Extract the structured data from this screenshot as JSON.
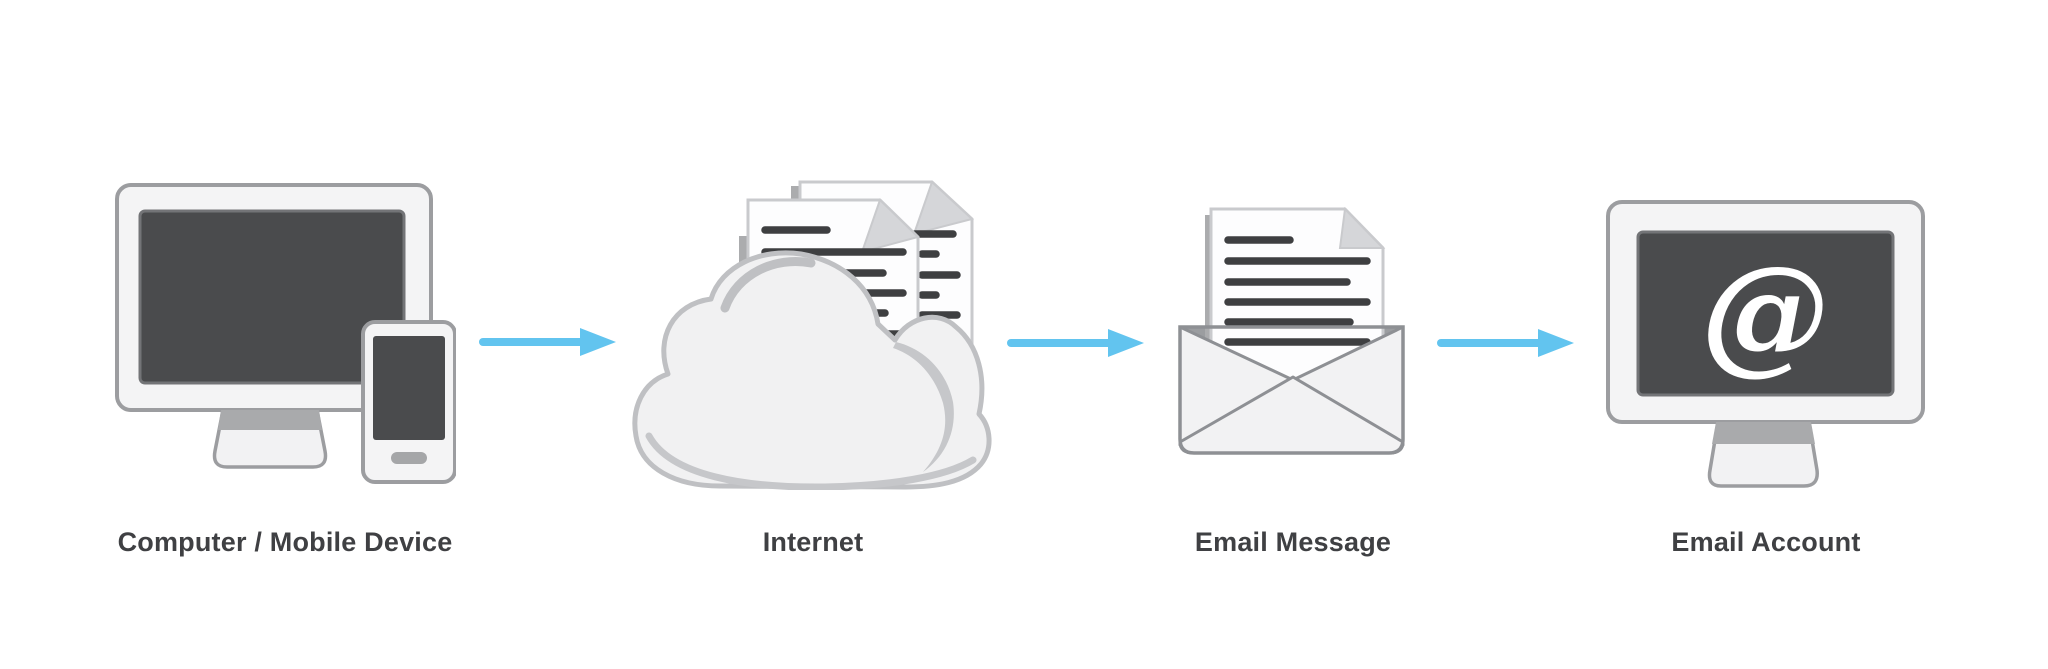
{
  "diagram": {
    "description": "Email flow diagram",
    "flow": [
      {
        "label": "Computer / Mobile Device",
        "icon": "computer-mobile-icon"
      },
      {
        "label": "Internet",
        "icon": "internet-cloud-icon"
      },
      {
        "label": "Email Message",
        "icon": "email-message-icon"
      },
      {
        "label": "Email Account",
        "icon": "email-account-icon"
      }
    ],
    "monitor_at_symbol": "@",
    "colors": {
      "background": "#ffffff",
      "arrow": "#62c4ef",
      "device_fill": "#f4f4f5",
      "device_border": "#9c9da0",
      "screen_dark": "#4a4b4d",
      "screen_border": "#737477",
      "text_lines": "#3e3f41",
      "label_text": "#3f4043",
      "cloud_fill": "#f1f1f2",
      "cloud_border": "#bfc0c3",
      "cloud_shadow": "#c6c7ca",
      "page_fill": "#fdfdfe",
      "page_border": "#c9cacd",
      "fold_gray": "#d5d6d9",
      "shadow_gray": "#abacae",
      "envelope_fill": "#f2f2f3",
      "envelope_border": "#8e9094",
      "envelope_back": "#9b9da0",
      "stand_band": "#a9aaac",
      "home_button": "#a5a6a8"
    }
  }
}
